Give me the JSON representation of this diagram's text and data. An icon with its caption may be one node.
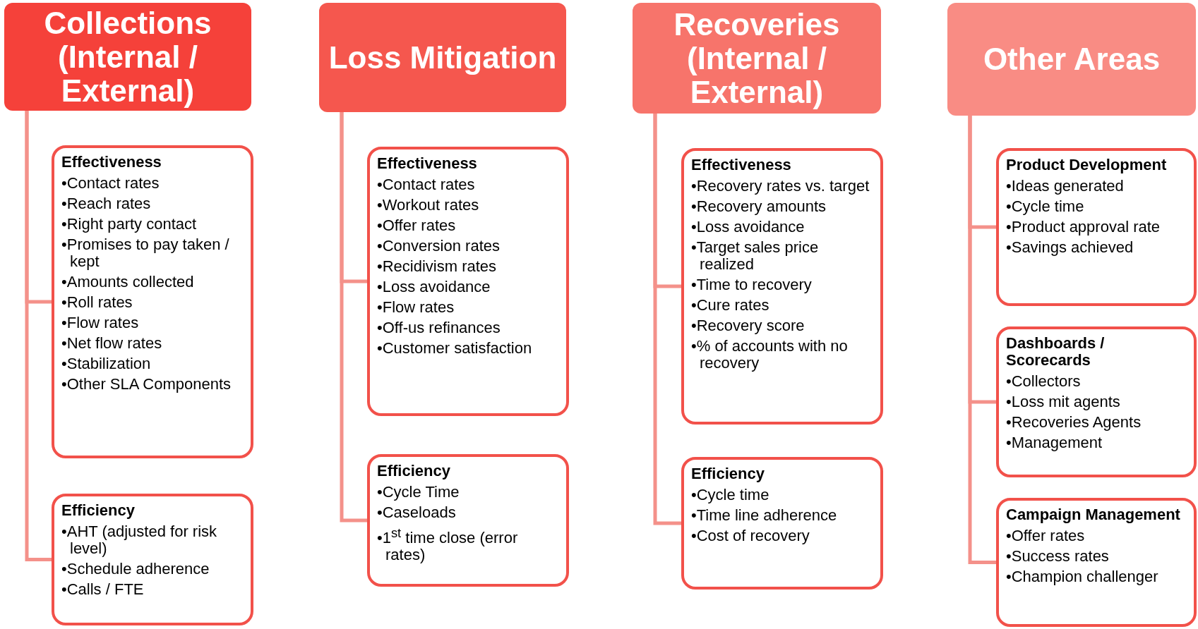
{
  "diagram": {
    "nodes": [
      {
        "text": [
          "Collections (Internal / External)"
        ]
      },
      {
        "text": [
          "Effectiveness",
          "•Contact rates",
          "•Reach rates",
          "•Right party contact",
          "•Promises to pay taken / kept",
          "•Amounts collected",
          "•Roll rates",
          "•Flow rates",
          "•Net flow rates",
          "•Stabilization",
          "•Other SLA Components"
        ]
      },
      {
        "text": [
          "Efficiency",
          "•AHT (adjusted for risk level)",
          "•Schedule adherence",
          "•Calls / FTE"
        ]
      },
      {
        "text": [
          "Loss Mitigation"
        ]
      },
      {
        "text": [
          "Effectiveness",
          "•Contact rates",
          "•Workout rates",
          "•Offer rates",
          "•Conversion rates",
          "•Recidivism rates",
          "•Loss avoidance",
          "•Flow rates",
          "•Off-us refinances",
          "•Customer satisfaction"
        ]
      },
      {
        "text": [
          "Efficiency",
          "•Cycle Time",
          "•Caseloads",
          "•1$^{st}$ time close (error rates)"
        ]
      },
      {
        "text": [
          "Recoveries (Internal / External)"
        ]
      },
      {
        "text": [
          "Effectiveness",
          "•Recovery rates vs. target",
          "•Recovery amounts",
          "•Loss avoidance",
          "•Target sales price realized",
          "•Time to recovery",
          "•Cure rates",
          "•Recovery score",
          "•% of accounts with no recovery"
        ]
      },
      {
        "text": [
          "Efficiency",
          "•Cycle time",
          "•Time line adherence",
          "•Cost of recovery"
        ]
      },
      {
        "text": [
          "Other Areas"
        ]
      },
      {
        "text": [
          "Product Development",
          "•Ideas generated",
          "•Cycle time",
          "•Product approval rate",
          "•Savings achieved"
        ]
      },
      {
        "text": [
          "Dashboards / Scorecards",
          "•Collectors",
          "•Loss mit agents",
          "•Recoveries Agents",
          "•Management"
        ]
      },
      {
        "text": [
          "Campaign Management",
          "•Offer rates",
          "•Success rates",
          "•Champion challenger"
        ]
      }
    ],
    "edges": [
      {
        "from": 0,
        "to": 1,
        "arrow": "none"
      },
      {
        "from": 0,
        "to": 2,
        "arrow": "none"
      },
      {
        "from": 3,
        "to": 4,
        "arrow": "none"
      },
      {
        "from": 3,
        "to": 5,
        "arrow": "none"
      },
      {
        "from": 6,
        "to": 7,
        "arrow": "none"
      },
      {
        "from": 6,
        "to": 8,
        "arrow": "none"
      },
      {
        "from": 9,
        "to": 10,
        "arrow": "none"
      },
      {
        "from": 9,
        "to": 11,
        "arrow": "none"
      },
      {
        "from": 9,
        "to": 12,
        "arrow": "none"
      }
    ]
  }
}
